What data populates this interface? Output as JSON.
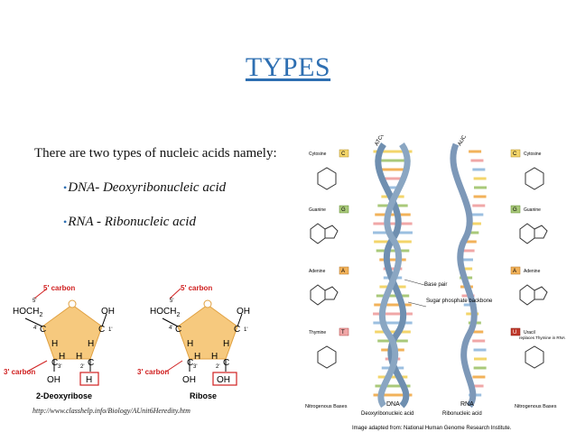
{
  "slide": {
    "title": "TYPES",
    "intro": "There are two types of nucleic acids namely:",
    "bullets": [
      {
        "marker": "•",
        "text": "DNA- Deoxyribonucleic acid"
      },
      {
        "marker": "•",
        "text": "RNA - Ribonucleic acid"
      }
    ],
    "source_url": "http://www.classhelp.info/Biology/AUnit6Heredity.htm"
  },
  "sugar_figure": {
    "deoxyribose": {
      "carbon5_label": "5' carbon",
      "carbon3_label": "3' carbon",
      "prime5": "5'",
      "prime4": "4'",
      "prime3": "3'",
      "prime2": "2'",
      "prime1": "1'",
      "ch2_group": "HOCH",
      "ch2_sub": "2",
      "oh_c1": "OH",
      "h_c4": "H",
      "h_c1": "H",
      "h_c3": "H",
      "h_c2": "H",
      "c_label": "C",
      "oh_c3": "OH",
      "boxed_group": "H",
      "name": "2-Deoxyribose"
    },
    "ribose": {
      "carbon5_label": "5' carbon",
      "carbon3_label": "3' carbon",
      "prime5": "5'",
      "prime4": "4'",
      "prime3": "3'",
      "prime2": "2'",
      "prime1": "1'",
      "ch2_group": "HOCH",
      "ch2_sub": "2",
      "oh_c1": "OH",
      "h_c4": "H",
      "h_c1": "H",
      "h_c3": "H",
      "h_c2": "H",
      "c_label": "C",
      "oh_c3": "OH",
      "boxed_group": "OH",
      "name": "Ribose"
    }
  },
  "helix_figure": {
    "bases_left": [
      {
        "name": "Cytosine",
        "letter": "C"
      },
      {
        "name": "Guanine",
        "letter": "G"
      },
      {
        "name": "Adenine",
        "letter": "A"
      },
      {
        "name": "Thymine",
        "letter": "T"
      }
    ],
    "bases_right": [
      {
        "name": "Cytosine",
        "letter": "C"
      },
      {
        "name": "Guanine",
        "letter": "G"
      },
      {
        "name": "Adenine",
        "letter": "A"
      },
      {
        "name": "Uracil",
        "letter": "U"
      }
    ],
    "top_left_label": "ATCG's",
    "top_right_label": "AUCG's",
    "base_pair_label": "Base pair",
    "backbone_label": "Sugar phosphate backbone",
    "replaces_label": "replaces Thymine in RNA",
    "dna_label": "DNA",
    "dna_full": "Deoxyribonucleic acid",
    "rna_label": "RNA",
    "rna_full": "Ribonucleic acid",
    "nitrogenous_left": "Nitrogenous Bases",
    "nitrogenous_right": "Nitrogenous Bases",
    "credit": "Image adapted from: National Human Genome Research Institute."
  }
}
